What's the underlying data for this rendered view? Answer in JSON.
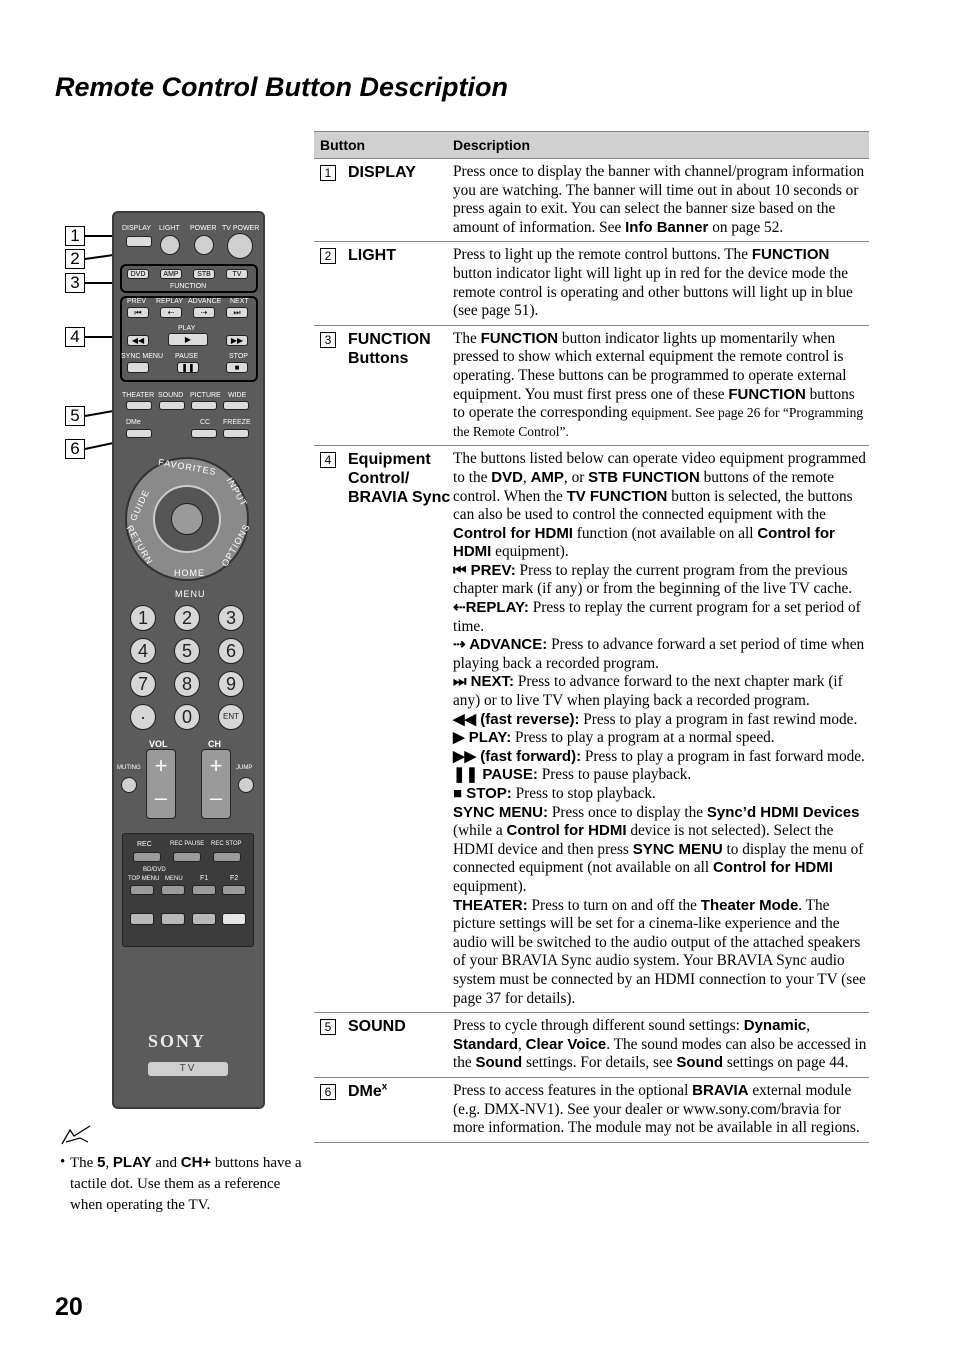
{
  "page": {
    "title": "Remote Control Button Description",
    "number": "20"
  },
  "note": {
    "text_1": "The ",
    "k1": "5",
    "text_2": ", ",
    "k2": "PLAY",
    "text_3": " and ",
    "k3": "CH+",
    "text_4": " buttons have a tactile dot. Use them as a reference when operating the TV."
  },
  "remote": {
    "callouts": [
      "1",
      "2",
      "3",
      "4",
      "5",
      "6"
    ],
    "labels": {
      "display": "DISPLAY",
      "light": "LIGHT",
      "power": "POWER",
      "tv_power": "TV POWER",
      "dvd": "DVD",
      "amp": "AMP",
      "stb": "STB",
      "tv": "TV",
      "function": "FUNCTION",
      "prev": "PREV",
      "replay": "REPLAY",
      "advance": "ADVANCE",
      "next": "NEXT",
      "play": "PLAY",
      "sync_menu": "SYNC MENU",
      "pause": "PAUSE",
      "stop": "STOP",
      "theater": "THEATER",
      "sound": "SOUND",
      "picture": "PICTURE",
      "wide": "WIDE",
      "dme": "DMe",
      "cc": "CC",
      "freeze": "FREEZE",
      "favorites": "FAVORITES",
      "guide": "GUIDE",
      "input": "INPUT",
      "return": "RETURN",
      "options": "OPTIONS",
      "home": "HOME",
      "menu": "MENU",
      "vol": "VOL",
      "ch": "CH",
      "muting": "MUTING",
      "jump": "JUMP",
      "rec": "REC",
      "rec_pause": "REC PAUSE",
      "rec_stop": "REC STOP",
      "bd_dvd": "BD/DVD",
      "top_menu": "TOP MENU",
      "menu2": "MENU",
      "f1": "F1",
      "f2": "F2",
      "brand": "SONY",
      "badge": "TV"
    },
    "keypad": [
      "1",
      "2",
      "3",
      "4",
      "5",
      "6",
      "7",
      "8",
      "9",
      "·",
      "0",
      "ENT"
    ],
    "icons": [
      "prev-icon",
      "replay-icon",
      "advance-icon",
      "next-icon",
      "rewind-icon",
      "play-icon",
      "fast-forward-icon",
      "pause-icon",
      "stop-icon"
    ]
  },
  "table": {
    "header": {
      "button": "Button",
      "description": "Description"
    },
    "rows": [
      {
        "num": "1",
        "name": "DISPLAY",
        "t1": "Press once to display the banner with channel/program information you are watching. The banner will time out in about 10 seconds or press again to exit. You can select the banner size based on the amount of information. See ",
        "b1": "Info Banner",
        "t2": " on page 52."
      },
      {
        "num": "2",
        "name": "LIGHT",
        "t1": "Press to light up the remote control buttons. The ",
        "b1": "FUNCTION",
        "t2": " button indicator light will light up in red for the device mode the remote control is operating and other buttons will light up in blue (see page 51)."
      },
      {
        "num": "3",
        "name": "FUNCTION Buttons",
        "t1": "The ",
        "b1": "FUNCTION",
        "t2": " button indicator lights up momentarily when pressed to show which external equipment the remote control is operating. These buttons can be programmed to operate external equipment. You must first press one of these ",
        "b2": "FUNCTION",
        "t3": " buttons to operate the corresponding ",
        "t4": "equipment. See page 26 for “Programming the Remote Control”."
      },
      {
        "num": "4",
        "name": "Equipment Control/ BRAVIA Sync",
        "intro": {
          "t1": "The buttons listed below can operate video equipment programmed to the ",
          "b1": "DVD",
          "t2": ", ",
          "b2": "AMP",
          "t3": ", or ",
          "b3": "STB FUNCTION",
          "t4": " buttons of the remote control. When the ",
          "b4": "TV FUNCTION",
          "t5": " button is selected, the buttons can also be used to control the connected equipment with the ",
          "b5": "Control for HDMI",
          "t6": " function (not available on all ",
          "b6": "Control for HDMI",
          "t7": " equipment)."
        },
        "items": {
          "prev_k": "PREV:",
          "prev_t": " Press to replay the current program from the previous chapter mark (if any) or from the beginning of the live TV cache.",
          "replay_k": "REPLAY:",
          "replay_t": " Press to replay the current program for a set period of time.",
          "advance_k": "ADVANCE:",
          "advance_t": " Press to advance forward a set period of time when playing back a recorded program.",
          "next_k": "NEXT:",
          "next_t": " Press to advance forward to the next chapter mark (if any) or to live TV when playing back a recorded program.",
          "rew_k": "(fast reverse):",
          "rew_t": " Press to play a program in fast rewind mode.",
          "play_k": "PLAY:",
          "play_t": " Press to play a program at a normal speed.",
          "ff_k": "(fast forward):",
          "ff_t": " Press to play a program in fast forward mode.",
          "pause_k": "PAUSE:",
          "pause_t": " Press to pause playback.",
          "stop_k": "STOP:",
          "stop_t": " Press to stop playback.",
          "sync_k": "SYNC MENU:",
          "sync_t1": " Press once to display the ",
          "sync_b1": "Sync’d HDMI Devices",
          "sync_t2": " (while a ",
          "sync_b2": "Control for HDMI",
          "sync_t3": " device is not selected). Select the HDMI device and then press ",
          "sync_b3": "SYNC MENU",
          "sync_t4": " to display the menu of connected equipment (not available on all ",
          "sync_b4": "Control for HDMI",
          "sync_t5": " equipment).",
          "theater_k": "THEATER:",
          "theater_t1": " Press to turn on and off the ",
          "theater_b1": "Theater Mode",
          "theater_t2": ". The picture settings will be set for a cinema-like experience and the audio will be switched to the audio output of the attached speakers of your BRAVIA Sync audio system. Your BRAVIA Sync audio system must be connected by an HDMI connection to your TV (see page 37 for details)."
        }
      },
      {
        "num": "5",
        "name": "SOUND",
        "t1": "Press to cycle through different sound settings: ",
        "b1": "Dynamic",
        "t2": ", ",
        "b2": "Standard",
        "t3": ", ",
        "b3": "Clear Voice",
        "t4": ". The sound modes can also be accessed in the ",
        "b4": "Sound",
        "t5": " settings. For details, see ",
        "b5": "Sound",
        "t6": " settings on page 44."
      },
      {
        "num": "6",
        "name": "DMe",
        "name_sup": "x",
        "t1": "Press to access features in the optional ",
        "b1": "BRAVIA",
        "t2": " external module (e.g. DMX-NV1). See your dealer or www.sony.com/bravia for more information. The module may not be available in all regions."
      }
    ]
  }
}
